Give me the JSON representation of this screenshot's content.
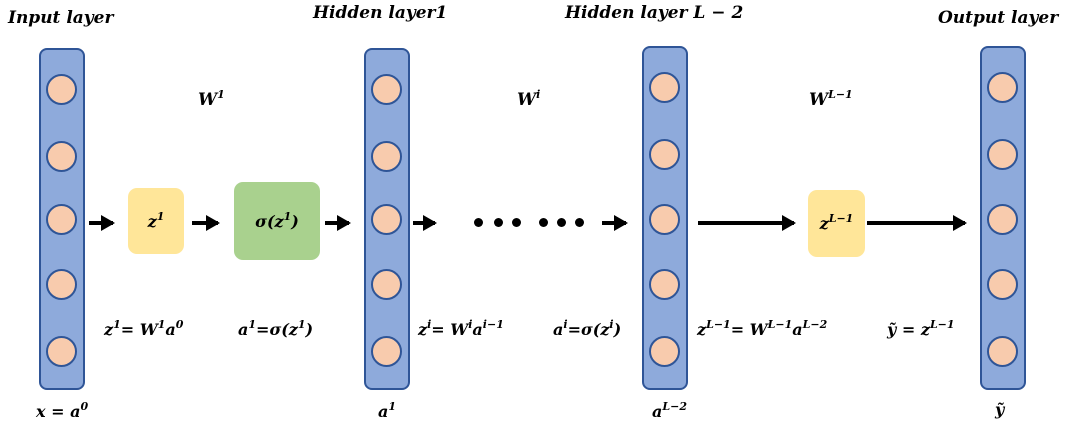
{
  "layers": [
    {
      "title": "Input layer",
      "bottom_label": {
        "base": "x = a",
        "sup": "0"
      }
    },
    {
      "title": "Hidden layer1",
      "bottom_label": {
        "base": "a",
        "sup": "1"
      }
    },
    {
      "title": "Hidden layer L − 2",
      "bottom_label": {
        "base": "a",
        "sup": "L−2"
      }
    },
    {
      "title": "Output layer",
      "bottom_label": {
        "base": "ỹ",
        "sup": ""
      }
    }
  ],
  "nodes_per_layer": 5,
  "weights": [
    {
      "base": "W",
      "sup": "1"
    },
    {
      "base": "W",
      "sup": "i"
    },
    {
      "base": "W",
      "sup": "L−1"
    }
  ],
  "boxes": {
    "z1": {
      "base": "z",
      "sup": "1"
    },
    "sigma": {
      "pre": "σ(z",
      "sup": "1",
      "post": ")"
    },
    "zL1": {
      "base": "z",
      "sup": "L−1"
    }
  },
  "equations": {
    "eq1": {
      "p1": "z",
      "s1": "1",
      "p2": "= W",
      "s2": "1",
      "p3": "a",
      "s3": "0"
    },
    "eq2": {
      "p1": "a",
      "s1": "1",
      "p2": "=σ(z",
      "s2": "1",
      "p3": ")"
    },
    "eq3": {
      "p1": "z",
      "s1": "i",
      "p2": "= W",
      "s2": "i",
      "p3": "a",
      "s3": "i−1"
    },
    "eq4": {
      "p1": "a",
      "s1": "i",
      "p2": "=σ(z",
      "s2": "i",
      "p3": ")"
    },
    "eq5": {
      "p1": "z",
      "s1": "L−1",
      "p2": "= W",
      "s2": "L−1",
      "p3": "a",
      "s3": "L−2"
    },
    "eq6": {
      "p1": "ỹ = z",
      "s1": "L−1"
    }
  },
  "colors": {
    "layer_fill": "#8eaadb",
    "layer_border": "#2f5597",
    "node_fill": "#f8cbad",
    "pre_activation_box": "#ffe699",
    "activation_box": "#a9d18e"
  }
}
